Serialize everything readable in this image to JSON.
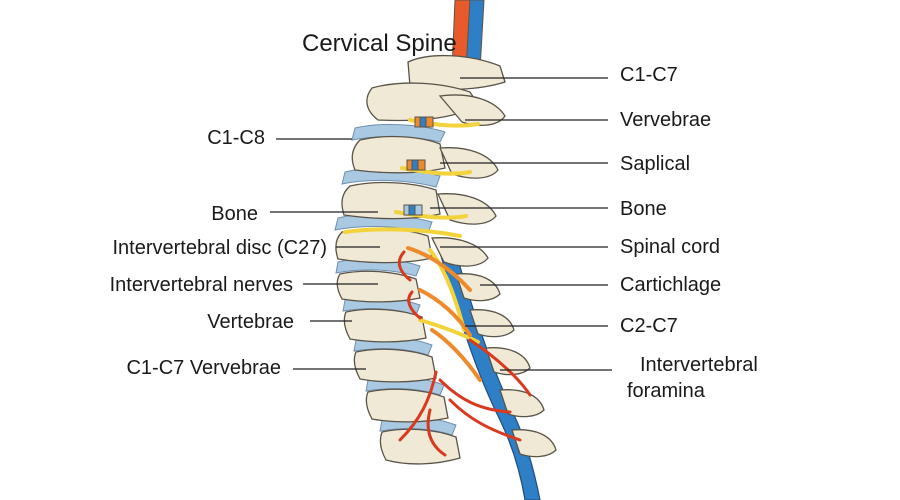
{
  "title": "Cervical Spine",
  "left_labels": [
    "C1-C8",
    "Bone",
    "Intervertebral disc (C27)",
    "Intervertebral nerves",
    "Vertebrae",
    "C1-C7 Vervebrae"
  ],
  "right_labels": [
    "C1-C7",
    "Vervebrae",
    "Saplical",
    "Bone",
    "Spinal cord",
    "Cartichlage",
    "C2-C7",
    "Intervertebral",
    "foramina"
  ],
  "colors": {
    "bone": "#efe9d6",
    "bone_shadow": "#cfc6a8",
    "disc": "#a9c8e2",
    "spinal_cord": "#2f7fc7",
    "nerve_yellow": "#f3d33b",
    "nerve_orange": "#ef8a2c",
    "artery_red": "#d93a1f",
    "outline": "#5a5448",
    "leader": "#222222"
  }
}
